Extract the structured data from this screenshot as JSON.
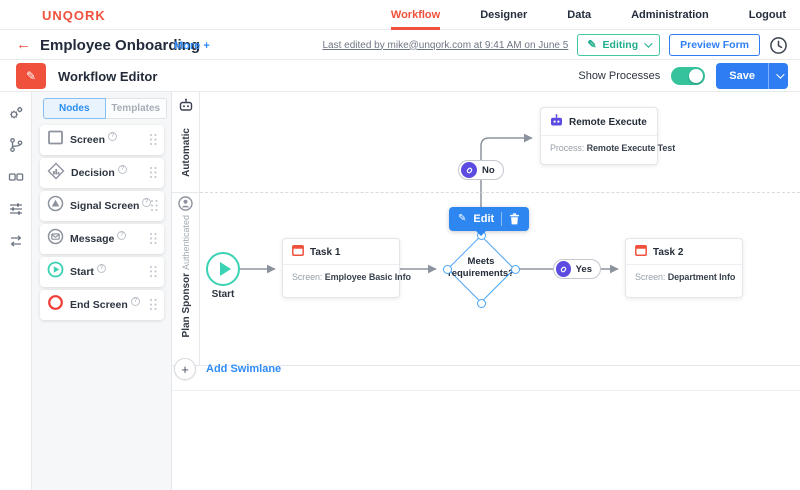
{
  "header": {
    "logo": "UNQORK",
    "nav_items": [
      {
        "label": "Workflow",
        "active": true
      },
      {
        "label": "Designer",
        "active": false
      },
      {
        "label": "Data",
        "active": false
      },
      {
        "label": "Administration",
        "active": false
      },
      {
        "label": "Logout",
        "active": false
      }
    ]
  },
  "breadcrumb": {
    "back_symbol": "←",
    "title": "Employee Onboarding",
    "more_label": "More +",
    "last_edited": "Last edited by mike@unqork.com at 9:41 AM on June 5",
    "editing_button_label": "Editing",
    "preview_button_label": "Preview Form"
  },
  "toolbar": {
    "title": "Workflow Editor",
    "show_processes_label": "Show Processes",
    "save_label": "Save"
  },
  "sidebar": {
    "tabs": [
      {
        "label": "Nodes",
        "active": true
      },
      {
        "label": "Templates",
        "active": false
      }
    ],
    "help_symbol": "?",
    "nodes": [
      {
        "label": "Screen"
      },
      {
        "label": "Decision"
      },
      {
        "label": "Signal Screen"
      },
      {
        "label": "Message"
      },
      {
        "label": "Start"
      },
      {
        "label": "End Screen"
      }
    ]
  },
  "canvas": {
    "swimlanes": [
      {
        "name": "Automatic"
      },
      {
        "type": "Authenticated",
        "name": "Plan Sponsor"
      }
    ],
    "plus_symbol": "+",
    "add_swimlane_label": "Add Swimlane",
    "nodes": {
      "start": {
        "label": "Start"
      },
      "task1": {
        "title": "Task 1",
        "field_label": "Screen:",
        "field_value": "Employee Basic Info"
      },
      "decision": {
        "label": "Meets requirements?"
      },
      "remote_execute": {
        "title": "Remote Execute",
        "field_label": "Process:",
        "field_value": "Remote Execute Test"
      },
      "task2": {
        "title": "Task 2",
        "field_label": "Screen:",
        "field_value": "Department Info"
      }
    },
    "edges": {
      "no_label": "No",
      "yes_label": "Yes"
    },
    "node_toolbar": {
      "edit_label": "Edit"
    }
  },
  "colors": {
    "brand_red": "#f0513c",
    "accent_blue": "#2f7df2",
    "teal_green": "#35c39c",
    "purple": "#5b4be0",
    "selection_blue": "#4aa5f7",
    "start_teal": "#3ad2b4",
    "end_red": "#ef3e36"
  }
}
